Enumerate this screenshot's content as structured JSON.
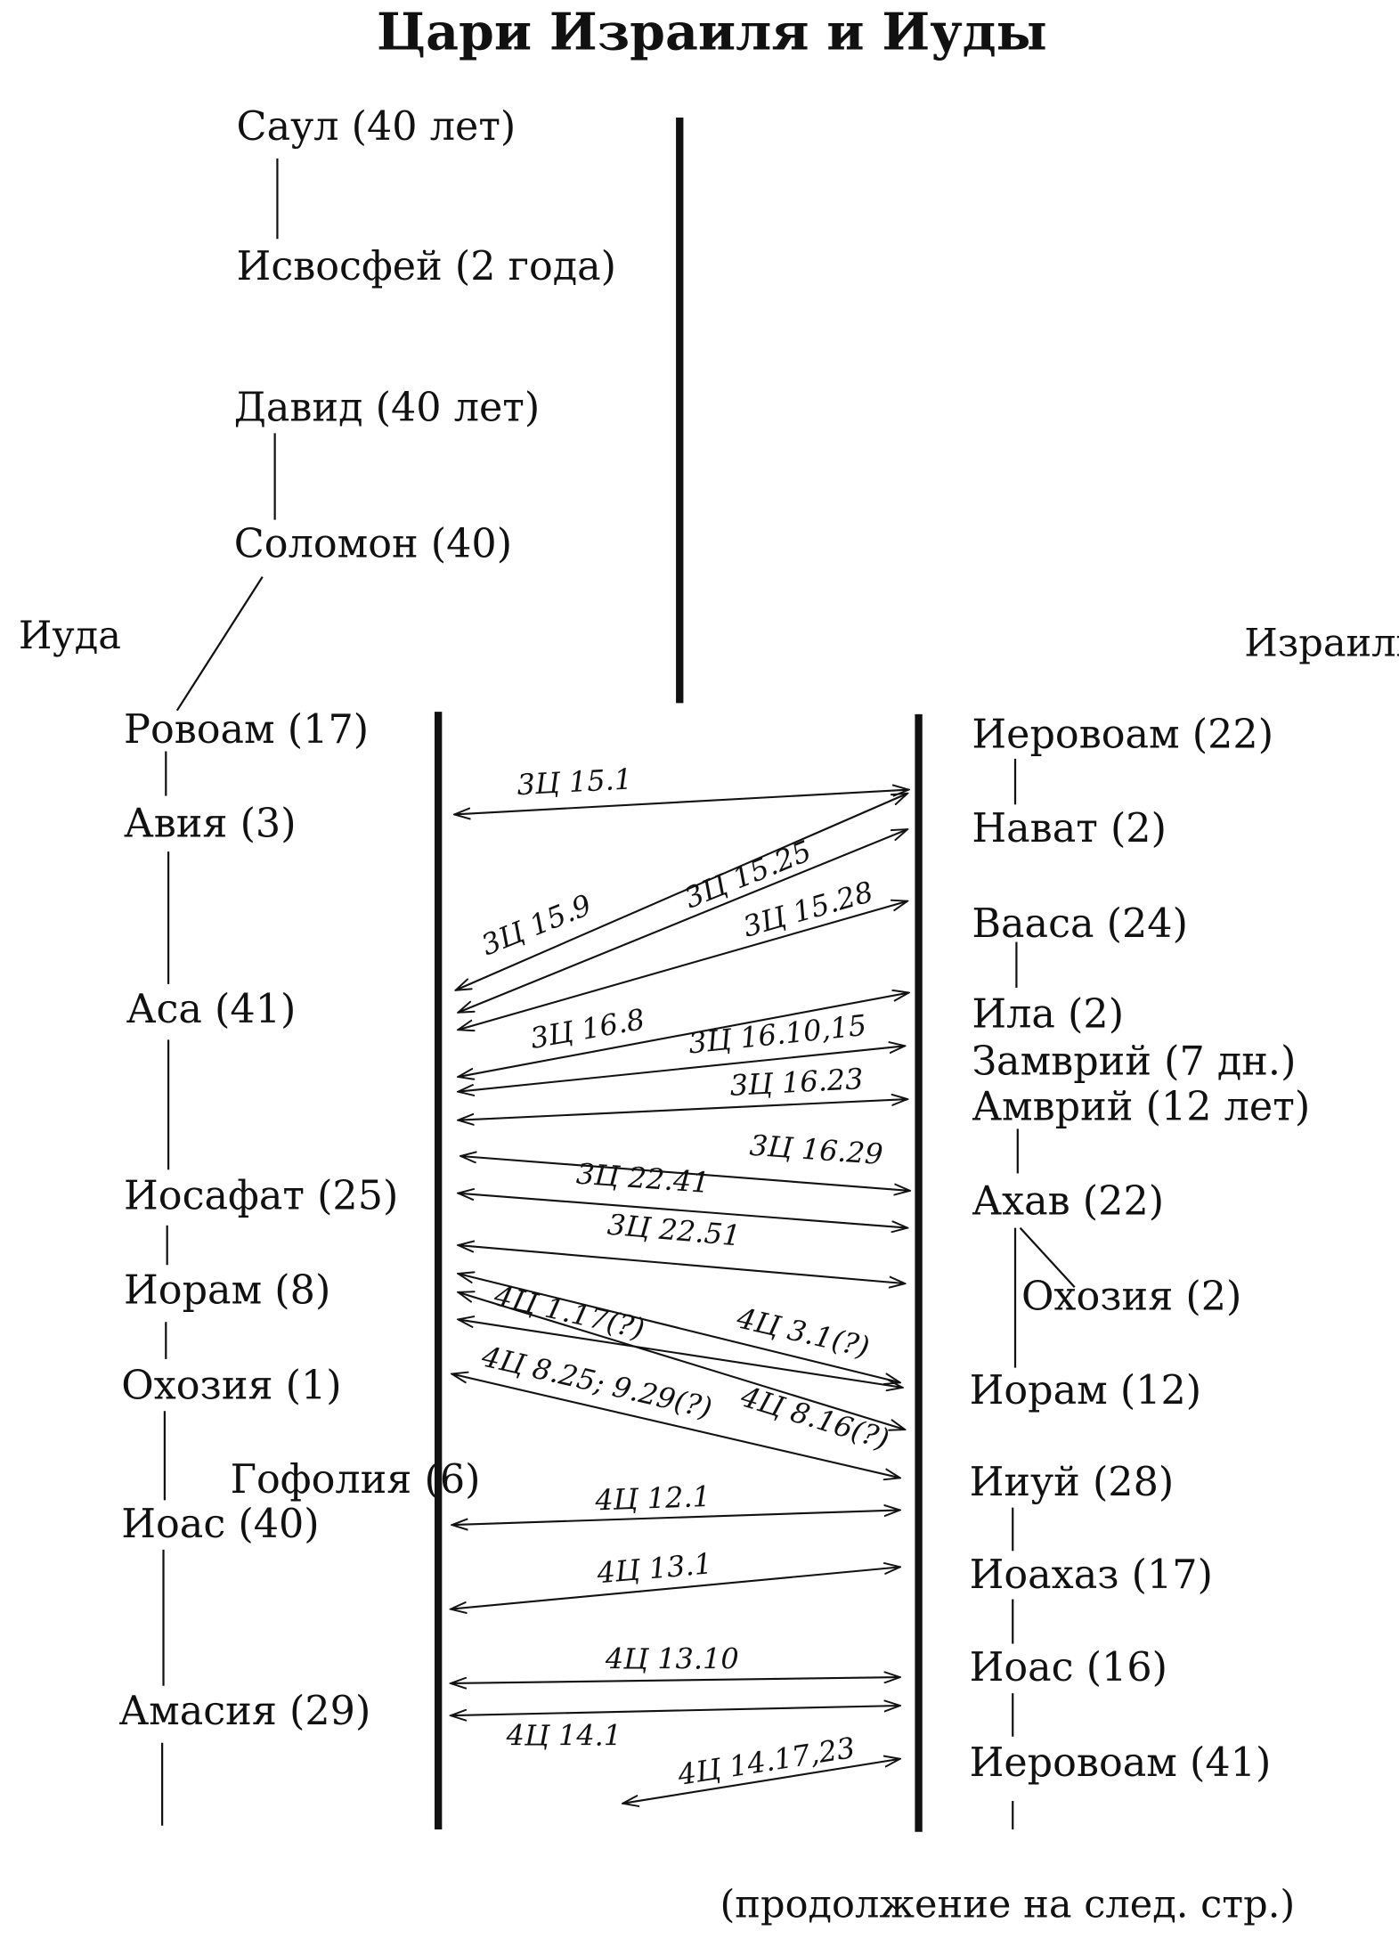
{
  "title": "Цари Израиля и Иуды",
  "labels": {
    "judah": "Иуда",
    "israel": "Израиль"
  },
  "united_kings": [
    "Саул (40 лет)",
    "Исвосфей (2 года)",
    "Давид (40 лет)",
    "Соломон (40)"
  ],
  "judah_kings": [
    "Ровоам (17)",
    "Авия (3)",
    "Аса (41)",
    "Иосафат (25)",
    "Иорам (8)",
    "Охозия (1)",
    "Гофолия (6)",
    "Иоас (40)",
    "Амасия (29)"
  ],
  "israel_kings": [
    "Иеровоам (22)",
    "Нават (2)",
    "Вааса (24)",
    "Ила (2)",
    "Замврий (7 дн.)",
    "Амврий (12 лет)",
    "Ахав (22)",
    "Охозия (2)",
    "Иорам (12)",
    "Ииуй (28)",
    "Иоахаз (17)",
    "Иоас (16)",
    "Иеровоам (41)"
  ],
  "references": [
    "3Ц 15.1",
    "3Ц 15.9",
    "3Ц 15.25",
    "3Ц 15.28",
    "3Ц 16.8",
    "3Ц 16.10,15",
    "3Ц 16.23",
    "3Ц 16.29",
    "3Ц 22.41",
    "3Ц 22.51",
    "4Ц 1.17(?)",
    "4Ц 3.1(?)",
    "4Ц 8.25; 9.29(?)",
    "4Ц 8.16(?)",
    "4Ц 12.1",
    "4Ц 13.1",
    "4Ц 13.10",
    "4Ц 14.1",
    "4Ц 14.17,23"
  ],
  "continuation": "(продолжение на след. стр.)"
}
